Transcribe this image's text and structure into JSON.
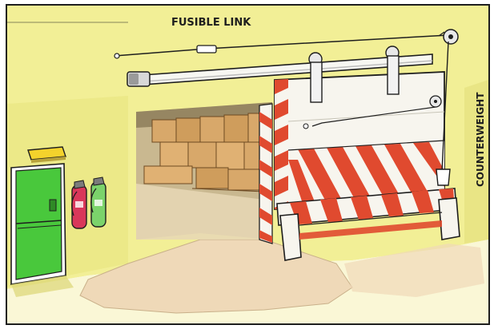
{
  "labels": {
    "fusible_link": "FUSIBLE LINK",
    "counterweight": "COUNTERWEIGHT"
  },
  "colors": {
    "wall": "#f2ef96",
    "wall_shadow": "#dcd675",
    "floor": "#efd9b8",
    "door_face": "#f7f5ee",
    "stripe_red": "#e04a2f",
    "exit_door": "#49c83c",
    "boxes": "#d8a86a",
    "extinguisher_red": "#d9385a",
    "extinguisher_green": "#7bd36b",
    "outline": "#1e1e1e"
  },
  "icons": {
    "fire_door": "sliding-fire-door",
    "exit_door": "emergency-exit-door",
    "extinguisher_1": "fire-extinguisher-icon",
    "extinguisher_2": "fire-extinguisher-icon",
    "pulley": "pulley-wheel-icon",
    "exit_sign": "exit-sign-icon"
  }
}
